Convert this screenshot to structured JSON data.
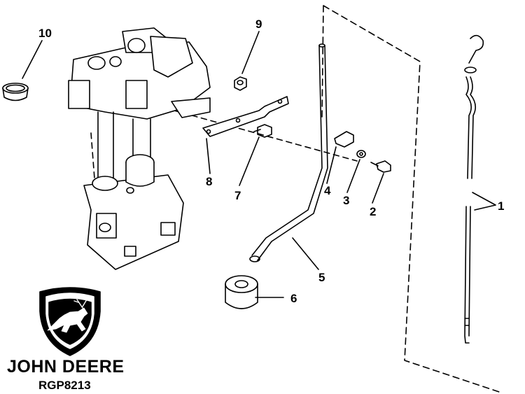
{
  "callouts": {
    "c1": "1",
    "c2": "2",
    "c3": "3",
    "c4": "4",
    "c5": "5",
    "c6": "6",
    "c7": "7",
    "c8": "8",
    "c9": "9",
    "c10": "10"
  },
  "brand": {
    "name": "JOHN DEERE",
    "code": "RGP8213"
  }
}
